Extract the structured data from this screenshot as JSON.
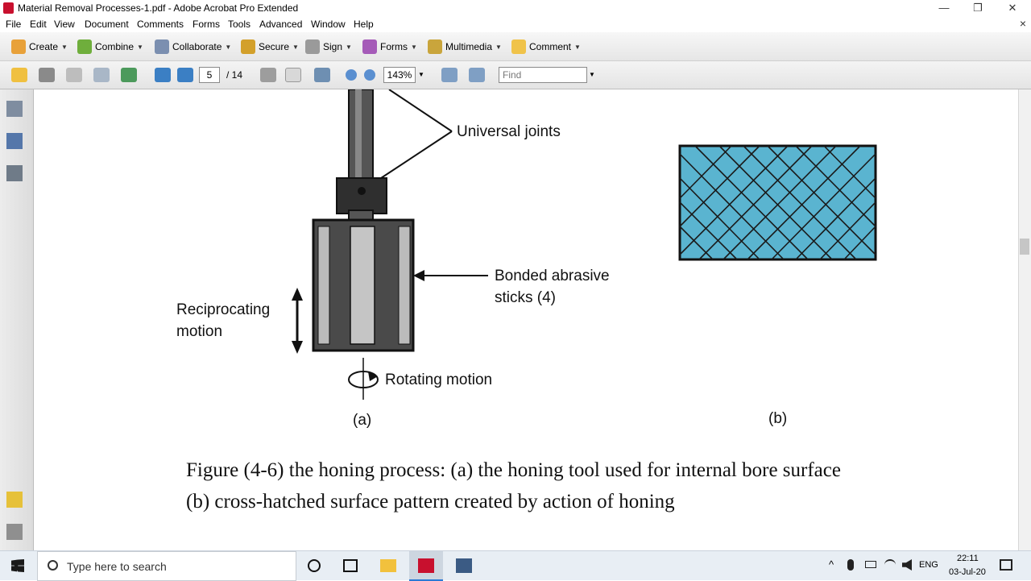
{
  "window": {
    "title": "Material Removal Processes-1.pdf - Adobe Acrobat Pro Extended",
    "minimize": "—",
    "restore": "❐",
    "close": "✕"
  },
  "menu": {
    "items": [
      "File",
      "Edit",
      "View",
      "Document",
      "Comments",
      "Forms",
      "Tools",
      "Advanced",
      "Window",
      "Help"
    ],
    "close_doc": "×"
  },
  "toolbar1": {
    "create": "Create",
    "combine": "Combine",
    "collaborate": "Collaborate",
    "secure": "Secure",
    "sign": "Sign",
    "forms": "Forms",
    "multimedia": "Multimedia",
    "comment": "Comment"
  },
  "toolbar2": {
    "page_current": "5",
    "page_total": "/ 14",
    "zoom": "143%",
    "find_placeholder": "Find"
  },
  "figure": {
    "label_universal_joints": "Universal joints",
    "label_bonded_1": "Bonded abrasive",
    "label_bonded_2": "sticks (4)",
    "label_recip_1": "Reciprocating",
    "label_recip_2": "motion",
    "label_rotating": "Rotating motion",
    "label_a": "(a)",
    "label_b": "(b)",
    "pattern_fill": "#5ab4d0"
  },
  "caption": {
    "line1": "Figure (4-6) the honing process: (a) the honing tool used for internal bore surface",
    "line2": "(b) cross-hatched surface pattern created by action of honing"
  },
  "taskbar": {
    "search_placeholder": "Type here to search",
    "lang": "ENG",
    "time": "22:11",
    "date": "03-Jul-20"
  }
}
